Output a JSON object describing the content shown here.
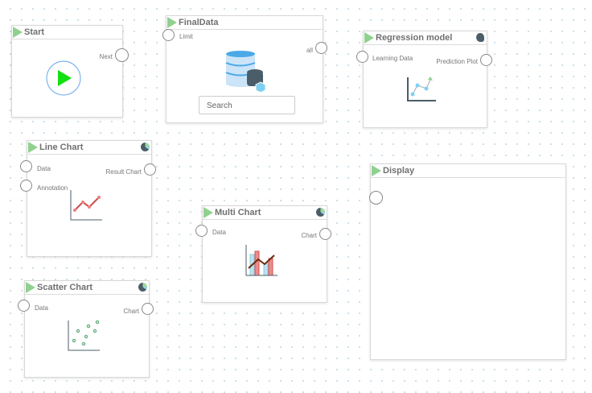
{
  "nodes": {
    "start": {
      "title": "Start",
      "out": "Next"
    },
    "finaldata": {
      "title": "FinalData",
      "in": "Limit",
      "out": "all",
      "search_placeholder": "Search"
    },
    "regression": {
      "title": "Regression model",
      "in": "Learning Data",
      "out": "Prediction Plot"
    },
    "line": {
      "title": "Line Chart",
      "in1": "Data",
      "in2": "Annotation",
      "out": "Result Chart"
    },
    "multi": {
      "title": "Multi Chart",
      "in": "Data",
      "out": "Chart"
    },
    "scatter": {
      "title": "Scatter Chart",
      "in": "Data",
      "out": "Chart"
    },
    "display": {
      "title": "Display"
    }
  }
}
